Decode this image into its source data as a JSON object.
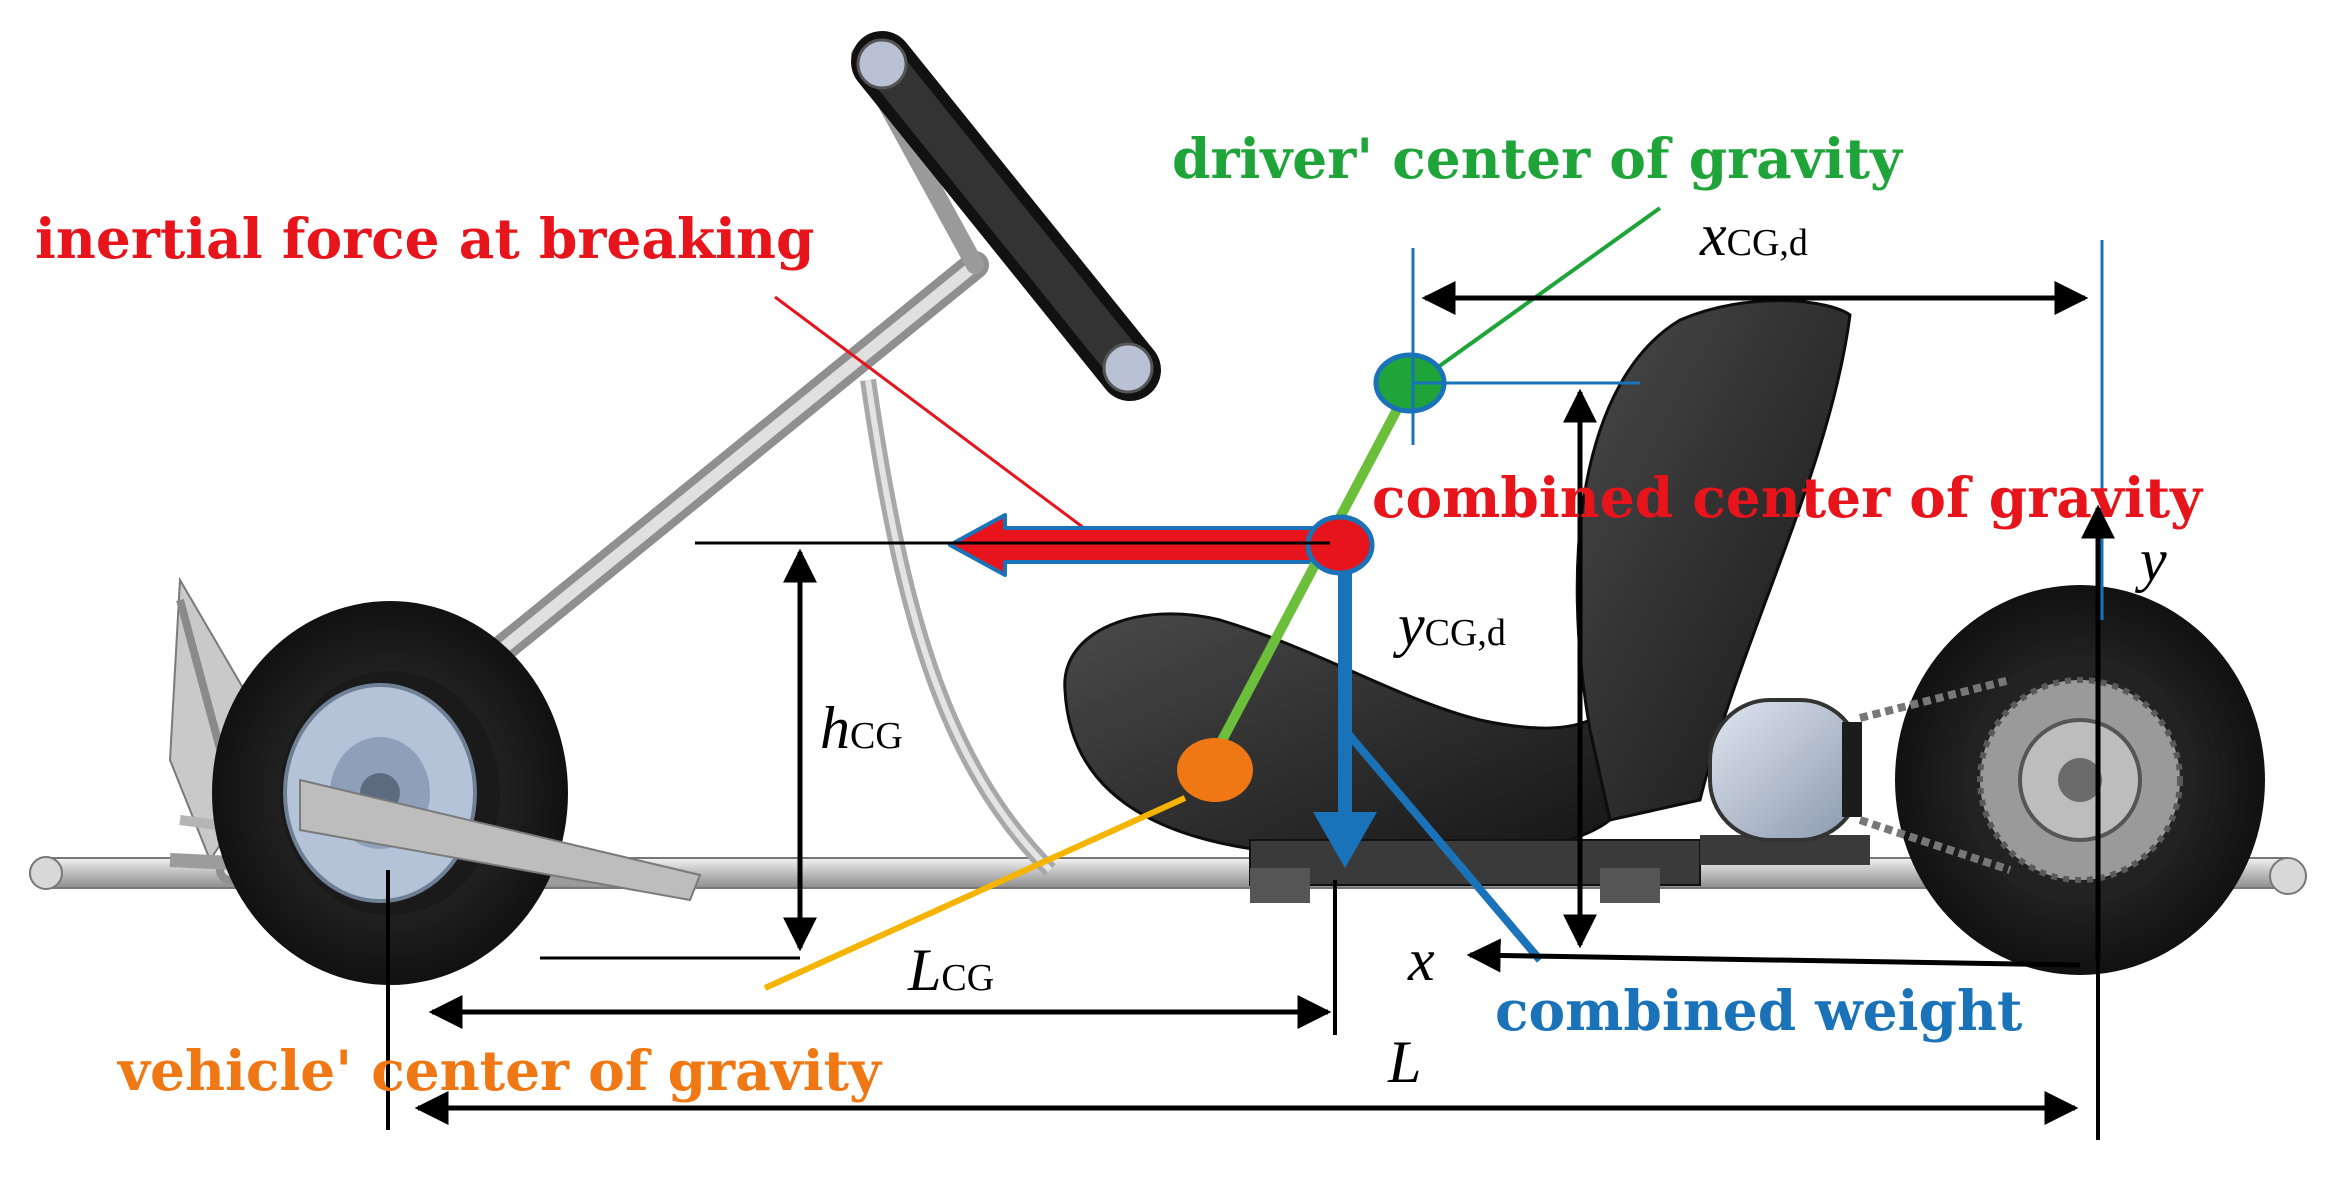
{
  "colors": {
    "force": "#e8141c",
    "driver": "#1fa43a",
    "combined_weight": "#1a73b8",
    "vehicle": "#f07814",
    "vehicle_line": "#f4b400",
    "dimension": "#000000",
    "tire": "#1c1c1c",
    "frame": "#c8c8c8",
    "seat": "#2a2a2a"
  },
  "labels": {
    "inertial_force": "inertial force at breaking",
    "driver_cg": "driver' center of gravity",
    "combined_cg": "combined center of gravity",
    "combined_weight": "combined weight",
    "vehicle_cg": "vehicle' center of gravity"
  },
  "dimensions": {
    "x_cg_d": {
      "main": "x",
      "sub": "CG,d"
    },
    "y_cg_d": {
      "main": "y",
      "sub": "CG,d"
    },
    "h_cg": {
      "main": "h",
      "sub": "CG"
    },
    "l_cg": {
      "main": "L",
      "sub": "CG"
    },
    "l": {
      "main": "L",
      "sub": ""
    },
    "axis_x": "x",
    "axis_y": "y"
  },
  "icons": {
    "front_wheel": "wheel-icon",
    "rear_wheel": "wheel-with-sprocket-icon",
    "steering_wheel": "steering-wheel-icon",
    "seat": "kart-seat-icon",
    "engine": "engine-cylinder-icon"
  }
}
